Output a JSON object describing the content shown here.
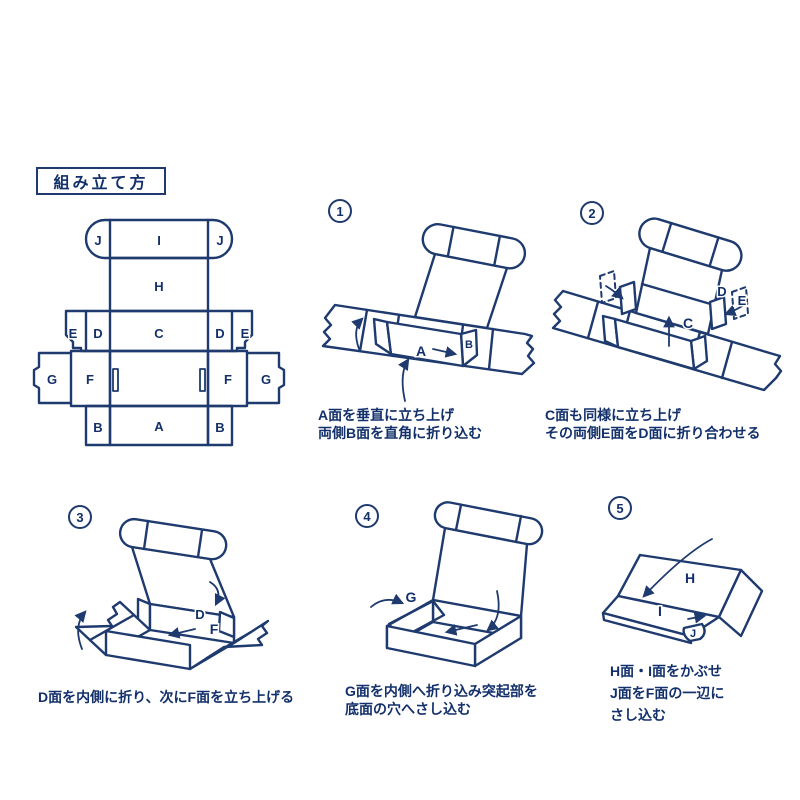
{
  "title": "組み立て方",
  "colors": {
    "line": "#1e3a6e",
    "text": "#13306b",
    "background": "#ffffff"
  },
  "template": {
    "labels": [
      "J",
      "I",
      "J",
      "H",
      "E",
      "D",
      "C",
      "D",
      "E",
      "G",
      "F",
      "F",
      "G",
      "B",
      "A",
      "B"
    ]
  },
  "steps": [
    {
      "number": "1",
      "caption": [
        "A面を垂直に立ち上げ",
        "両側B面を直角に折り込む"
      ],
      "labels": {
        "a": "A",
        "b": "B"
      }
    },
    {
      "number": "2",
      "caption": [
        "C面も同様に立ち上げ",
        "その両側E面をD面に折り合わせる"
      ],
      "labels": {
        "c": "C",
        "d": "D",
        "e": "E"
      }
    },
    {
      "number": "3",
      "caption": [
        "D面を内側に折り、次にF面を立ち上げる"
      ],
      "labels": {
        "d": "D",
        "f": "F"
      }
    },
    {
      "number": "4",
      "caption": [
        "G面を内側へ折り込み突起部を",
        "底面の穴へさし込む"
      ],
      "labels": {
        "g": "G"
      }
    },
    {
      "number": "5",
      "caption": [
        "H面・I面をかぶせ",
        "J面をF面の一辺に",
        "さし込む"
      ],
      "labels": {
        "h": "H",
        "i": "I",
        "j": "J"
      }
    }
  ]
}
